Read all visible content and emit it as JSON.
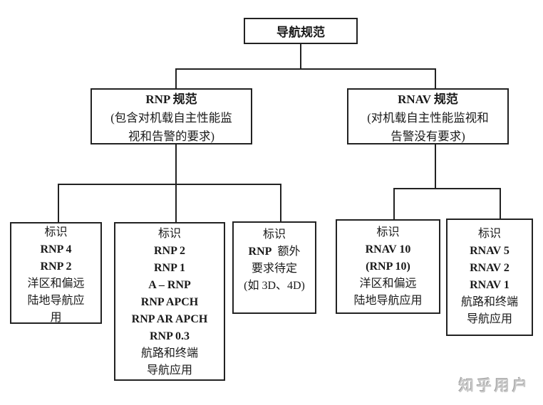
{
  "diagram": {
    "root": {
      "title": "导航规范"
    },
    "branches": [
      {
        "title": "RNP 规范",
        "desc_line1": "(包含对机载自主性能监",
        "desc_line2": "视和告警的要求)"
      },
      {
        "title": "RNAV 规范",
        "desc_line1": "(对机载自主性能监视和",
        "desc_line2": "告警没有要求)"
      }
    ],
    "leaves": [
      {
        "header": "标识",
        "bold_lines": [
          "RNP 4",
          "RNP 2"
        ],
        "normal_lines": [
          "洋区和偏远",
          "陆地导航应",
          "用"
        ]
      },
      {
        "header": "标识",
        "bold_lines": [
          "RNP 2",
          "RNP 1",
          "A – RNP",
          "RNP APCH",
          "RNP AR APCH",
          "RNP 0.3"
        ],
        "normal_lines": [
          "航路和终端",
          "导航应用"
        ]
      },
      {
        "header": "标识",
        "bold_prefix": "RNP",
        "normal_suffix": "额外",
        "normal_lines": [
          "要求待定",
          "(如 3D、4D)"
        ]
      },
      {
        "header": "标识",
        "bold_lines": [
          "RNAV 10",
          "(RNP 10)"
        ],
        "normal_lines": [
          "洋区和偏远",
          "陆地导航应用"
        ]
      },
      {
        "header": "标识",
        "bold_lines": [
          "RNAV 5",
          "RNAV 2",
          "RNAV 1"
        ],
        "normal_lines": [
          "航路和终端",
          "导航应用"
        ]
      }
    ]
  },
  "watermark": {
    "text": "知乎用户"
  },
  "colors": {
    "line": "#222222",
    "text": "#1a1a1a",
    "background": "#ffffff",
    "watermark": "#c8c8c8"
  }
}
